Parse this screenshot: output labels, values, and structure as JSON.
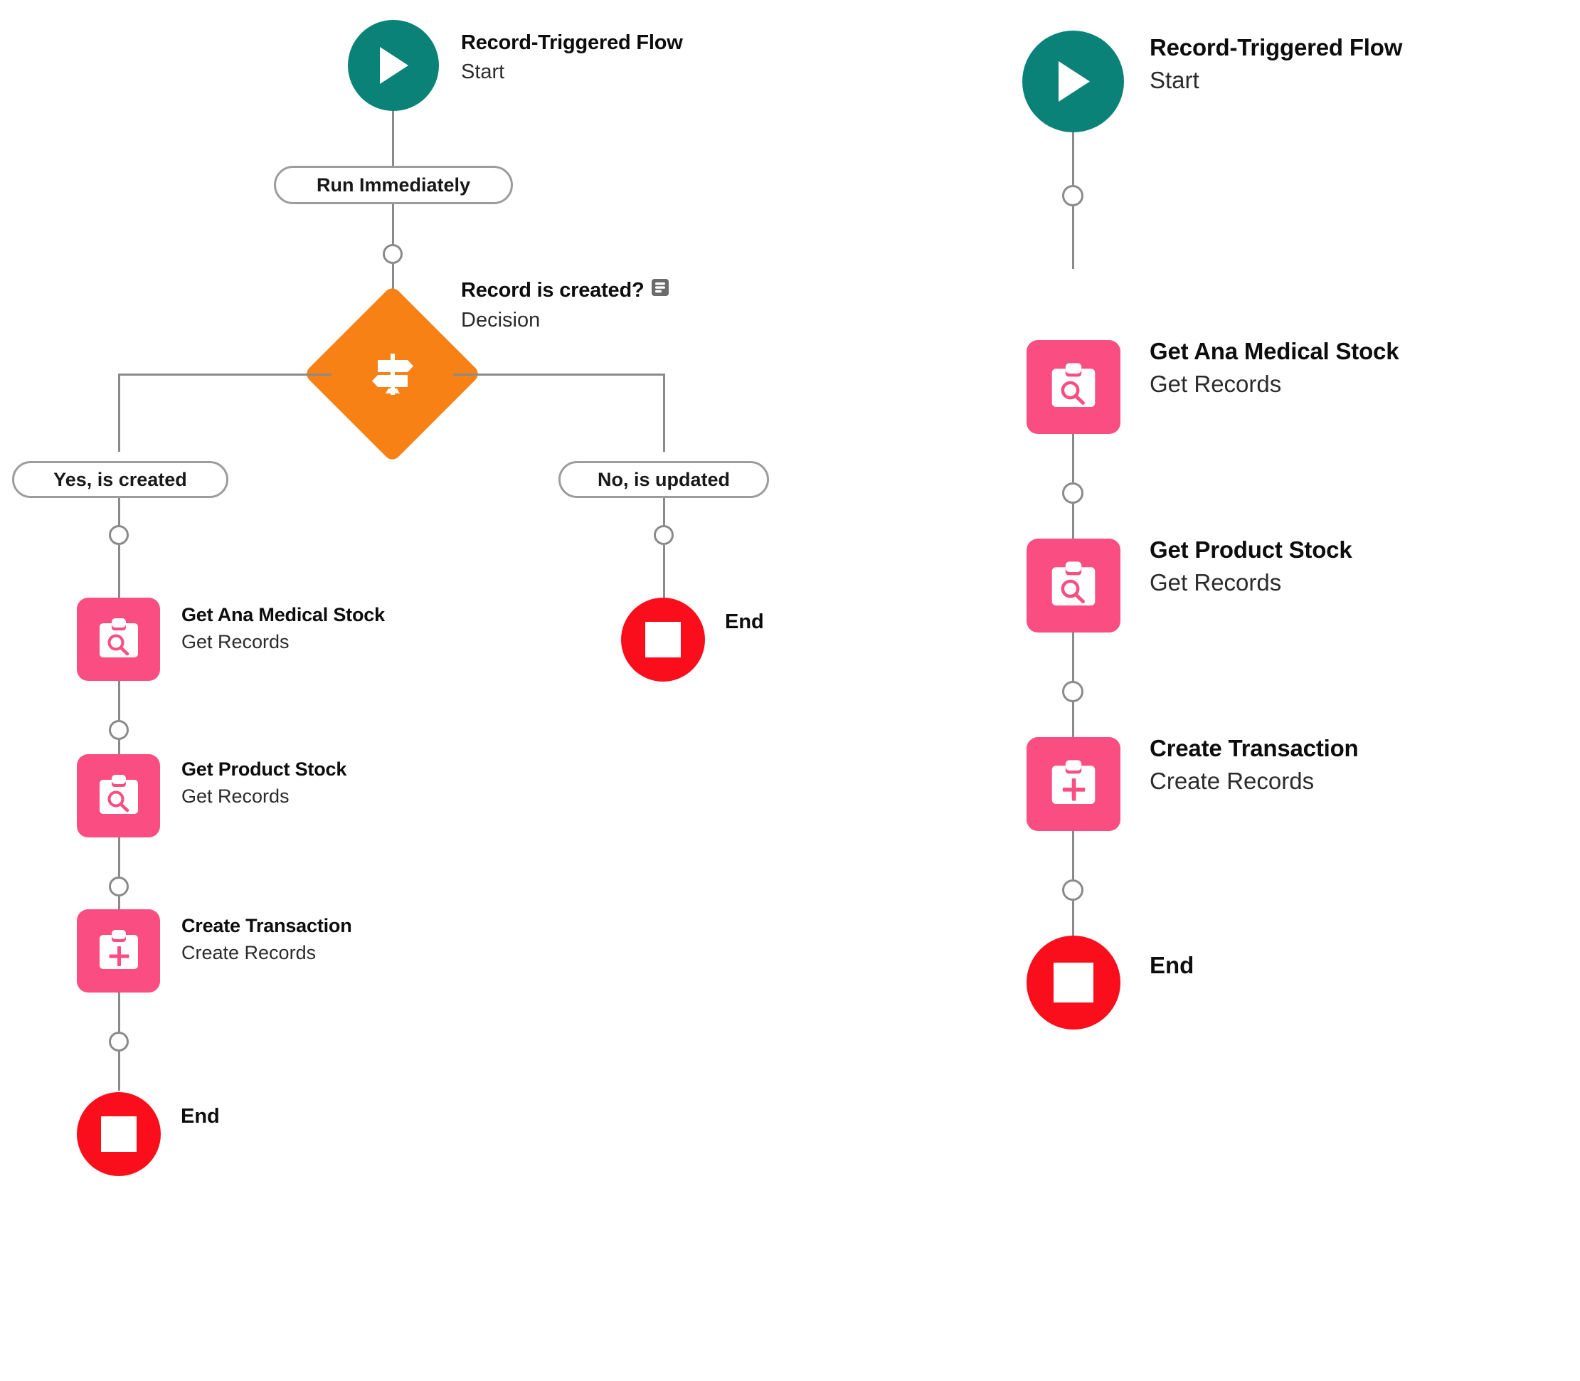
{
  "diagram": {
    "type": "salesforce-flow-builder",
    "title": "Record-Triggered Flow",
    "colors": {
      "start_teal": "#0b8278",
      "decision_orange": "#f88116",
      "record_pink": "#fa4e82",
      "end_red": "#fa0e1c",
      "connector_gray": "#8a8a8a",
      "pill_border": "#9c9c9c",
      "text_dark": "#0d0d0d",
      "subtitle_gray": "#2b2b2b",
      "desc_icon_gray": "#6b6b6b"
    }
  },
  "left_flow": {
    "start": {
      "title": "Record-Triggered Flow",
      "subtitle": "Start",
      "icon": "play-icon"
    },
    "trigger_pill": {
      "label": "Run Immediately"
    },
    "decision": {
      "title": "Record is created?",
      "subtitle": "Decision",
      "icon": "signpost-icon",
      "description_icon": "description-icon"
    },
    "branches": [
      {
        "label": "Yes, is created"
      },
      {
        "label": "No, is updated"
      }
    ],
    "yes_path": [
      {
        "title": "Get Ana Medical Stock",
        "subtitle": "Get Records",
        "icon": "clipboard-search-icon"
      },
      {
        "title": "Get Product Stock",
        "subtitle": "Get Records",
        "icon": "clipboard-search-icon"
      },
      {
        "title": "Create Transaction",
        "subtitle": "Create Records",
        "icon": "clipboard-plus-icon"
      }
    ],
    "yes_end": {
      "label": "End",
      "icon": "stop-square-icon"
    },
    "no_end": {
      "label": "End",
      "icon": "stop-square-icon"
    }
  },
  "right_flow": {
    "start": {
      "title": "Record-Triggered Flow",
      "subtitle": "Start",
      "icon": "play-icon"
    },
    "steps": [
      {
        "title": "Get Ana Medical Stock",
        "subtitle": "Get Records",
        "icon": "clipboard-search-icon"
      },
      {
        "title": "Get Product Stock",
        "subtitle": "Get Records",
        "icon": "clipboard-search-icon"
      },
      {
        "title": "Create Transaction",
        "subtitle": "Create Records",
        "icon": "clipboard-plus-icon"
      }
    ],
    "end": {
      "label": "End",
      "icon": "stop-square-icon"
    }
  }
}
